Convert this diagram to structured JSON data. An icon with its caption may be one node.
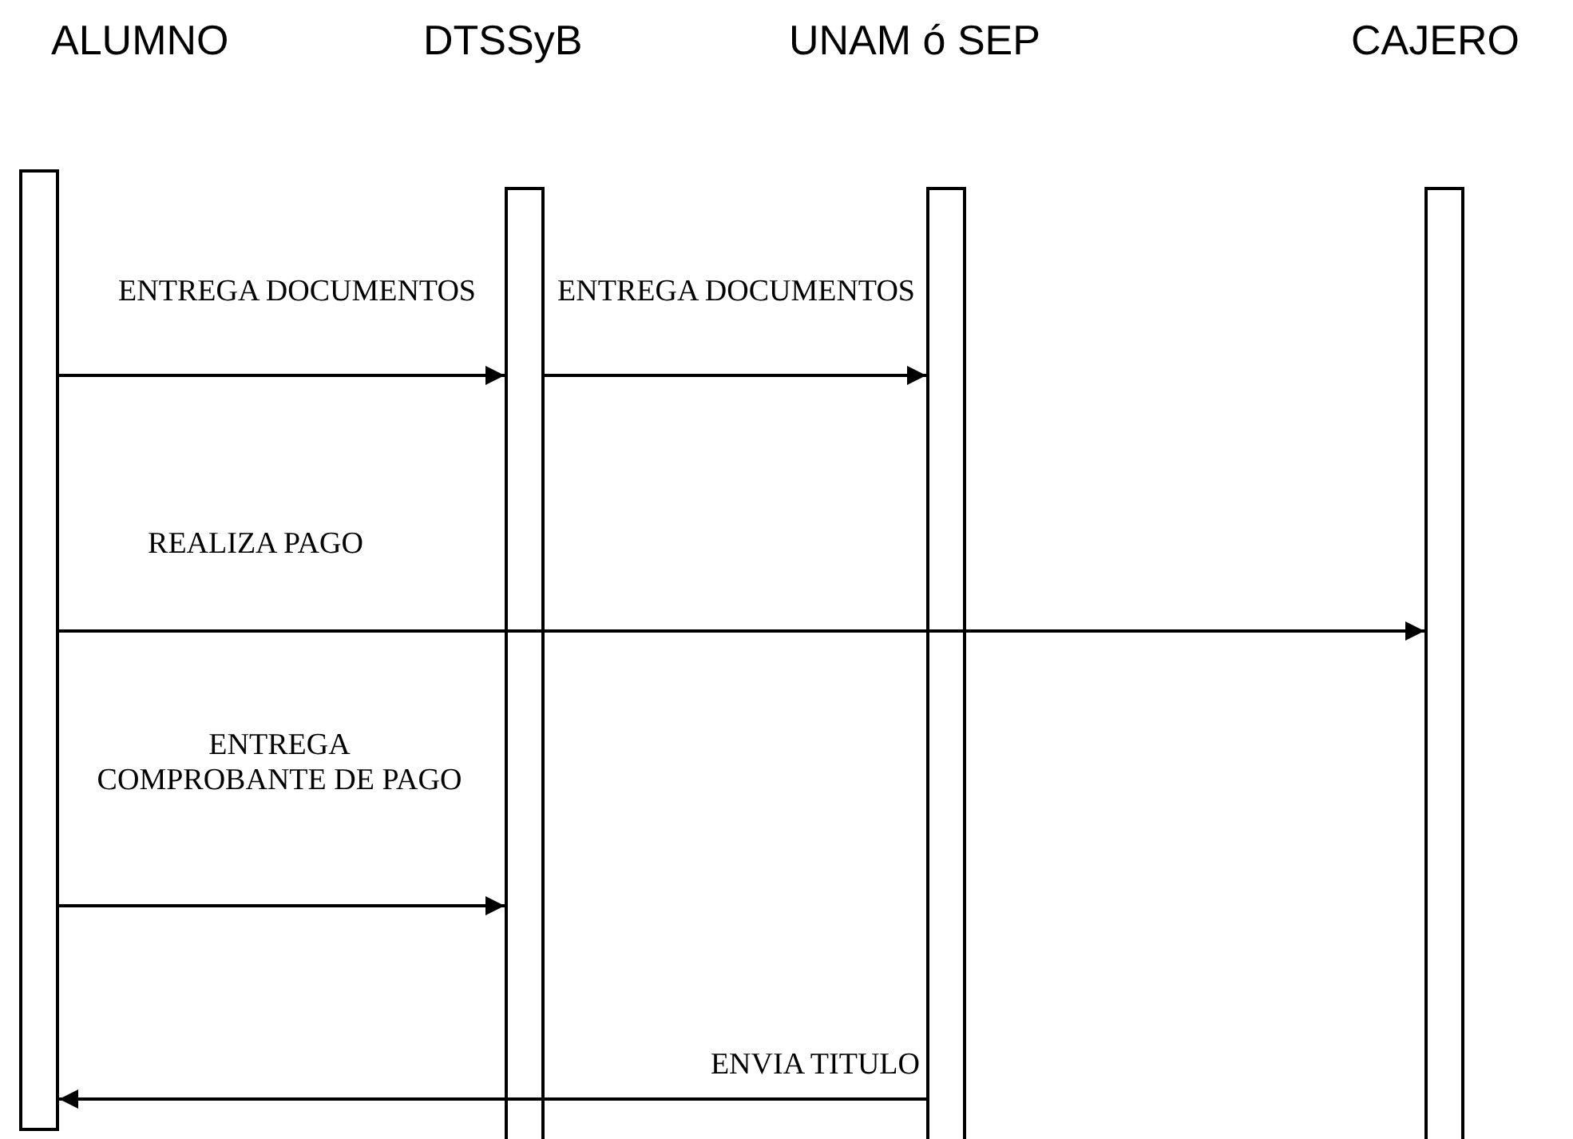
{
  "diagram": {
    "nodes": [
      {
        "text": [
          "ALUMNO"
        ]
      },
      {
        "text": [
          "DTSSyB"
        ]
      },
      {
        "text": [
          "UNAM ó SEP"
        ]
      },
      {
        "text": [
          "CAJERO"
        ]
      }
    ],
    "edges": [
      {
        "from": 0,
        "to": 1,
        "arrow": "to",
        "label": "ENTREGA DOCUMENTOS"
      },
      {
        "from": 1,
        "to": 2,
        "arrow": "to",
        "label": "ENTREGA DOCUMENTOS"
      },
      {
        "from": 0,
        "to": 3,
        "arrow": "to",
        "label": "REALIZA PAGO"
      },
      {
        "from": 0,
        "to": 1,
        "arrow": "to",
        "label": "ENTREGA COMPROBANTE DE PAGO"
      },
      {
        "from": 2,
        "to": 0,
        "arrow": "to",
        "label": "ENVIA TITULO"
      }
    ]
  }
}
